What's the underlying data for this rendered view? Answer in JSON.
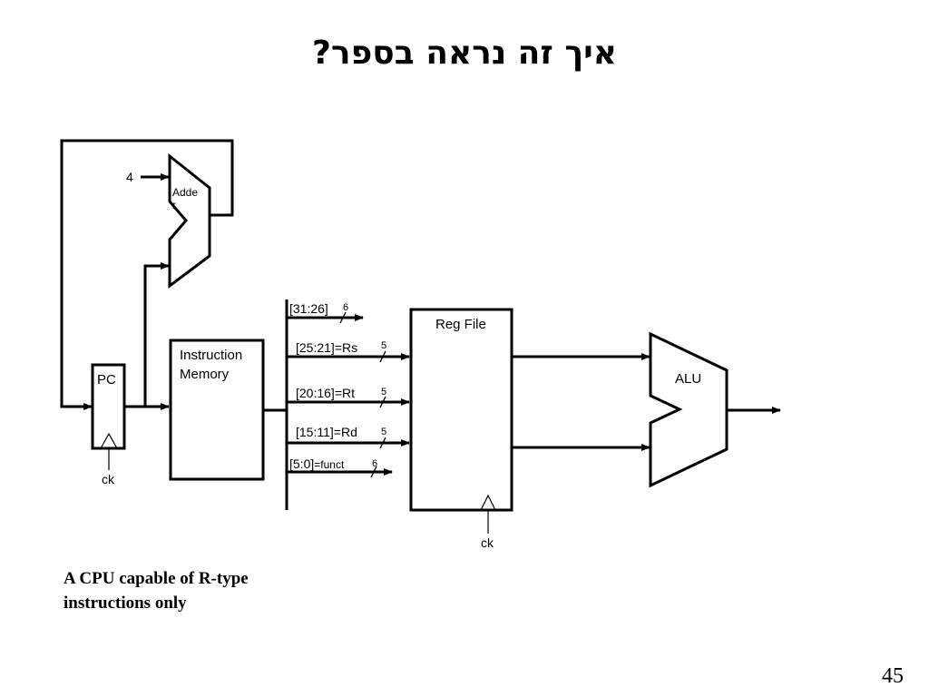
{
  "title": "איך זה נראה בספר?",
  "diagram": {
    "adder_input": "4",
    "adder_label_line1": "Adde",
    "adder_label_line2": "r",
    "pc_label": "PC",
    "pc_clock": "ck",
    "imem_label_line1": "Instruction",
    "imem_label_line2": "Memory",
    "regfile_label": "Reg File",
    "regfile_clock": "ck",
    "alu_label": "ALU",
    "fields": [
      {
        "range": "[31:26]",
        "name": "",
        "width": "6"
      },
      {
        "range": "[25:21]",
        "name": "=Rs",
        "width": "5"
      },
      {
        "range": "[20:16]",
        "name": "=Rt",
        "width": "5"
      },
      {
        "range": "[15:11]",
        "name": "=Rd",
        "width": "5"
      },
      {
        "range": "[5:0]",
        "name": "=funct",
        "width": "6"
      }
    ]
  },
  "caption": "A CPU capable of R-type instructions only",
  "page_number": "45"
}
